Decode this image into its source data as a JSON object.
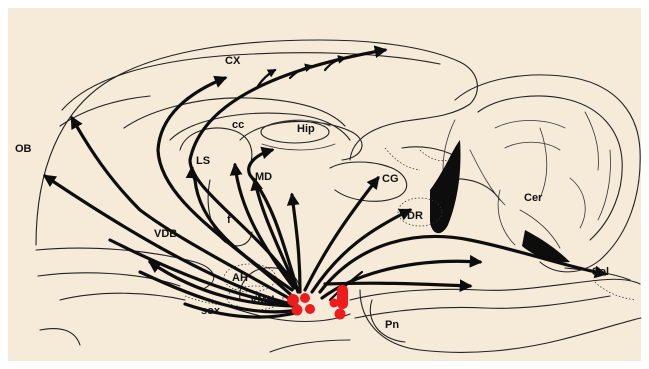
{
  "figure": {
    "background_color": "#f6ead8",
    "marker_color": "#ee1c1c",
    "arrow_color": "#0d0d0d"
  },
  "labels": {
    "cx": "CX",
    "cc": "cc",
    "hip": "Hip",
    "ob": "OB",
    "ls": "LS",
    "md": "MD",
    "cg": "CG",
    "cer": "Cer",
    "dr": "DR",
    "vdb": "VDB",
    "f": "f",
    "ah": "AH",
    "vmh": "VMH",
    "sox": "sox",
    "sol": "Sol",
    "pn": "Pn"
  }
}
